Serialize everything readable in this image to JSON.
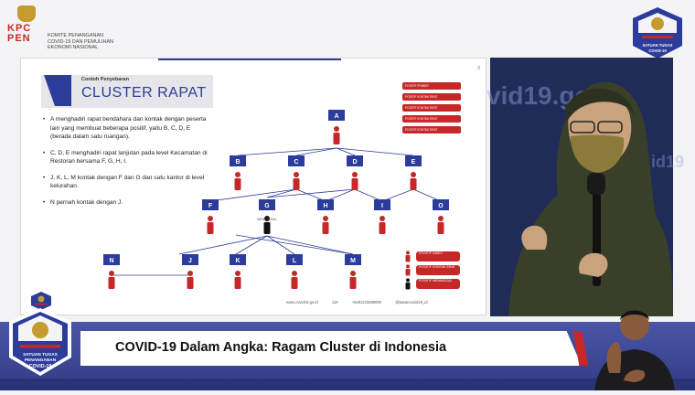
{
  "header": {
    "logo_text": "KPC PEN",
    "logo_caption_lines": [
      "KOMITE PENANGANAN",
      "COVID-19 DAN PEMULIHAN",
      "EKONOMI NASIONAL"
    ],
    "satgas_logo_text": "SATUAN TUGAS PENANGANAN COVID-19"
  },
  "slide": {
    "page_number": "8",
    "title_small": "Contoh Penyebaran",
    "title_big": "CLUSTER RAPAT",
    "bullets": [
      "A menghadiri rapat bendahara dan kontak dengan peserta lain yang membuat beberapa positif, yaitu B, C, D, E (berada dalam satu ruangan).",
      "C, D, E menghadiri rapat lanjutan pada level Kecamatan di Restoran bersama F, G, H, I.",
      "J, K, L, M kontak dengan F dan G dan satu kantor di level kelurahan.",
      "N pernah kontak dengan J."
    ],
    "chips": [
      "POSITIF PRIMER",
      "POSITIF KONTAK ERAT",
      "POSITIF KONTAK ERAT",
      "POSITIF KONTAK ERAT",
      "POSITIF KONTAK ERAT"
    ],
    "nodes": {
      "row1": [
        "A"
      ],
      "row2": [
        "B",
        "C",
        "D",
        "E"
      ],
      "row3": [
        "F",
        "G",
        "H",
        "I",
        "O"
      ],
      "row4": [
        "N",
        "J",
        "K",
        "L",
        "M"
      ]
    },
    "meninggal_label": "MENINGGAL",
    "legend": [
      {
        "label": "POSITIF INDEX",
        "color": "#c62828"
      },
      {
        "label": "POSITIF KONTAK ERAT",
        "color": "#c62828"
      },
      {
        "label": "POSITIF MENINGGAL",
        "color": "#111111"
      }
    ],
    "footer": [
      "www.covid19.go.id",
      "119",
      "+6281133399000",
      "@lawancovid19_id"
    ]
  },
  "video": {
    "background_text": "vid19.go",
    "background_text2": "id19"
  },
  "banner": {
    "title": "COVID-19 Dalam Angka: Ragam Cluster di Indonesia"
  },
  "colors": {
    "brand_blue": "#2c3c9a",
    "alert_red": "#c62828",
    "banner_blue": "#3a4496"
  }
}
